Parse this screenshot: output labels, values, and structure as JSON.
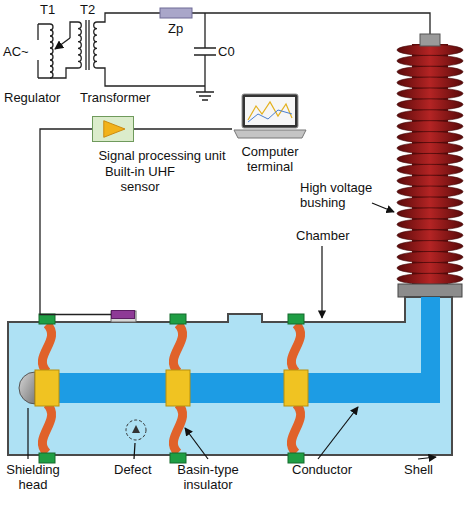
{
  "diagram": {
    "nodes": [
      {
        "text": [
          "Signal processing unit"
        ]
      },
      {
        "text": [
          "Computer terminal"
        ]
      },
      {
        "text": [
          "Built-in UHF sensor"
        ]
      }
    ],
    "edges": [
      {
        "from": 2,
        "to": 0,
        "arrow": "none"
      },
      {
        "from": 0,
        "to": 1,
        "arrow": "none"
      }
    ],
    "labels": [
      "T1",
      "T2",
      "AC~",
      "Zp",
      "C0",
      "Regulator",
      "Transformer",
      "High voltage bushing",
      "Chamber",
      "Shielding head",
      "Defect",
      "Basin-type insulator",
      "Conductor",
      "Shell"
    ]
  }
}
